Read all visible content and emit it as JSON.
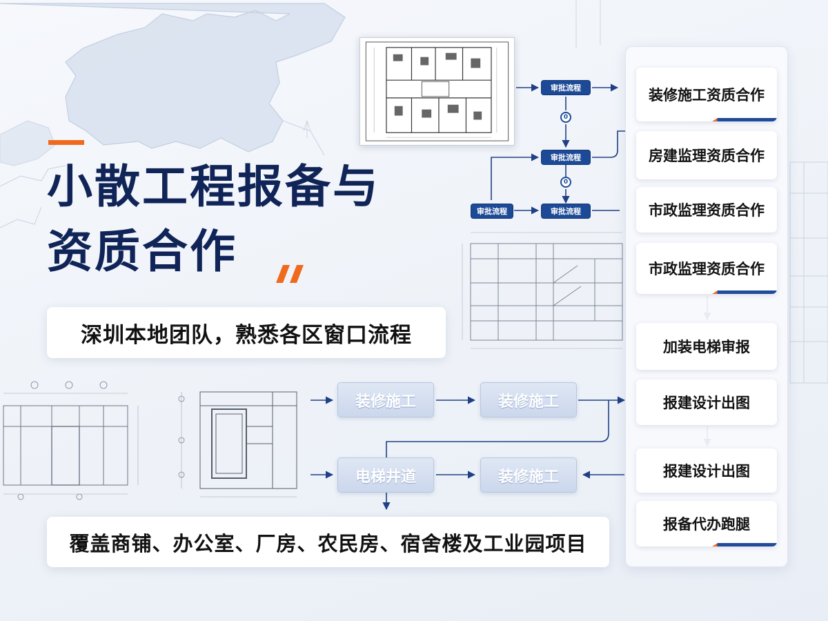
{
  "headline": {
    "line1": "小散工程报备与",
    "line2": "资质合作"
  },
  "callouts": {
    "team": "深圳本地团队，熟悉各区窗口流程",
    "coverage": "覆盖商铺、办公室、厂房、农民房、宿舍楼及工业园项目"
  },
  "mini_flow": {
    "chips": [
      "审批流程",
      "审批流程",
      "审批流程",
      "审批流程"
    ]
  },
  "process_boxes": [
    "装修施工",
    "装修施工",
    "电梯井道",
    "装修施工"
  ],
  "services": [
    {
      "label": "装修施工资质合作",
      "tab": true
    },
    {
      "label": "房建监理资质合作",
      "tab": false
    },
    {
      "label": "市政监理资质合作",
      "tab": false
    },
    {
      "label": "市政监理资质合作",
      "tab": true
    },
    {
      "label": "加装电梯审报",
      "tab": false
    },
    {
      "label": "报建设计出图",
      "tab": false
    },
    {
      "label": "报建设计出图",
      "tab": false
    },
    {
      "label": "报备代办跑腿",
      "tab": true
    }
  ],
  "colors": {
    "navy": "#102457",
    "accent_orange": "#f06a1d",
    "chip_blue": "#1d4a96",
    "box_light_blue": "#cbd7ec",
    "arrow_blue": "#1f3f86"
  }
}
